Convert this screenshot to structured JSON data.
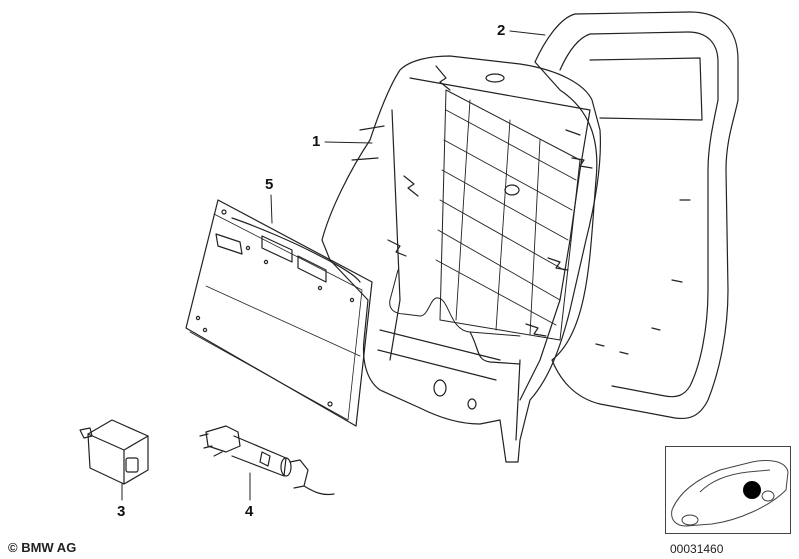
{
  "callouts": [
    {
      "id": "c1",
      "label": "1"
    },
    {
      "id": "c2",
      "label": "2"
    },
    {
      "id": "c3",
      "label": "3"
    },
    {
      "id": "c4",
      "label": "4"
    },
    {
      "id": "c5",
      "label": "5"
    }
  ],
  "footer": {
    "copyright": "© BMW AG",
    "reference": "00031460"
  }
}
